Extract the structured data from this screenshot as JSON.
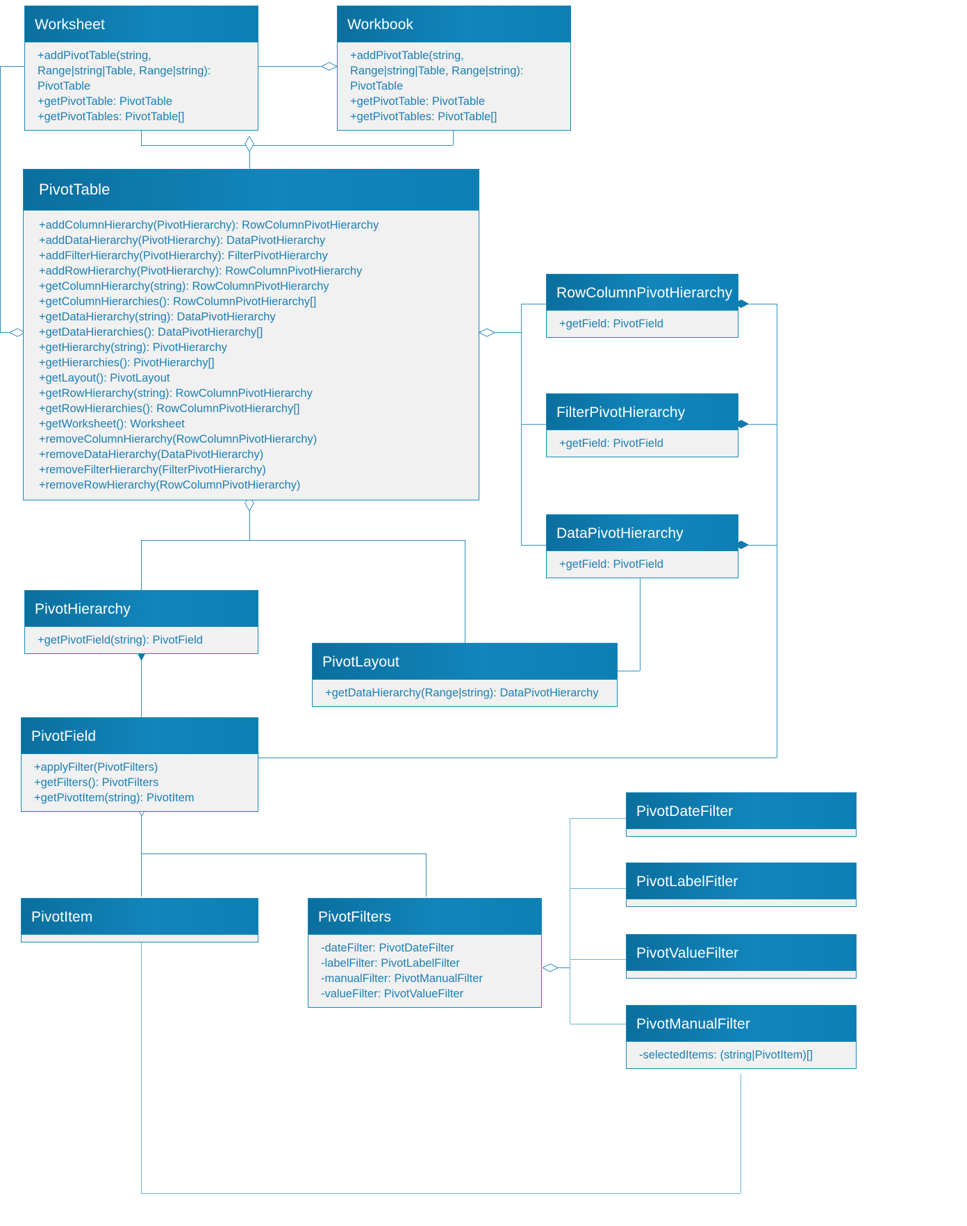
{
  "diagram": {
    "title": "Excel JavaScript API PivotTable class diagram",
    "type": "uml-class-diagram",
    "accent_header_color": "#0d7fb4",
    "accent_line_color": "#2f8fc0",
    "body_bg_color": "#f1f1f1",
    "body_text_color": "#1b7fb5"
  },
  "classes": {
    "worksheet": {
      "name": "Worksheet",
      "members": [
        "+addPivotTable(string, Range|string|Table, Range|string): PivotTable",
        "+getPivotTable: PivotTable",
        "+getPivotTables: PivotTable[]"
      ]
    },
    "workbook": {
      "name": "Workbook",
      "members": [
        "+addPivotTable(string, Range|string|Table, Range|string): PivotTable",
        "+getPivotTable: PivotTable",
        "+getPivotTables: PivotTable[]"
      ]
    },
    "pivot_table": {
      "name": "PivotTable",
      "members": [
        "+addColumnHierarchy(PivotHierarchy): RowColumnPivotHierarchy",
        "+addDataHierarchy(PivotHierarchy): DataPivotHierarchy",
        "+addFilterHierarchy(PivotHierarchy): FilterPivotHierarchy",
        "+addRowHierarchy(PivotHierarchy): RowColumnPivotHierarchy",
        "+getColumnHierarchy(string): RowColumnPivotHierarchy",
        "+getColumnHierarchies(): RowColumnPivotHierarchy[]",
        "+getDataHierarchy(string): DataPivotHierarchy",
        "+getDataHierarchies(): DataPivotHierarchy[]",
        "+getHierarchy(string): PivotHierarchy",
        "+getHierarchies(): PivotHierarchy[]",
        "+getLayout(): PivotLayout",
        "+getRowHierarchy(string): RowColumnPivotHierarchy",
        "+getRowHierarchies(): RowColumnPivotHierarchy[]",
        "+getWorksheet(): Worksheet",
        "+removeColumnHierarchy(RowColumnPivotHierarchy)",
        "+removeDataHierarchy(DataPivotHierarchy)",
        "+removeFilterHierarchy(FilterPivotHierarchy)",
        "+removeRowHierarchy(RowColumnPivotHierarchy)"
      ]
    },
    "row_column_pivot_hierarchy": {
      "name": "RowColumnPivotHierarchy",
      "members": [
        "+getField: PivotField"
      ]
    },
    "filter_pivot_hierarchy": {
      "name": "FilterPivotHierarchy",
      "members": [
        "+getField: PivotField"
      ]
    },
    "data_pivot_hierarchy": {
      "name": "DataPivotHierarchy",
      "members": [
        "+getField: PivotField"
      ]
    },
    "pivot_hierarchy": {
      "name": "PivotHierarchy",
      "members": [
        "+getPivotField(string): PivotField"
      ]
    },
    "pivot_layout": {
      "name": "PivotLayout",
      "members": [
        "+getDataHierarchy(Range|string): DataPivotHierarchy"
      ]
    },
    "pivot_field": {
      "name": "PivotField",
      "members": [
        "+applyFilter(PivotFilters)",
        "+getFilters(): PivotFilters",
        "+getPivotItem(string): PivotItem"
      ]
    },
    "pivot_item": {
      "name": "PivotItem",
      "members": []
    },
    "pivot_filters": {
      "name": "PivotFilters",
      "members": [
        "-dateFilter: PivotDateFilter",
        "-labelFilter: PivotLabelFilter",
        "-manualFilter: PivotManualFilter",
        "-valueFilter: PivotValueFilter"
      ]
    },
    "pivot_date_filter": {
      "name": "PivotDateFilter",
      "members": []
    },
    "pivot_label_filter": {
      "name": "PivotLabelFitler",
      "members": []
    },
    "pivot_value_filter": {
      "name": "PivotValueFilter",
      "members": []
    },
    "pivot_manual_filter": {
      "name": "PivotManualFilter",
      "members": [
        "-selectedItems: (string|PivotItem)[]"
      ]
    }
  }
}
